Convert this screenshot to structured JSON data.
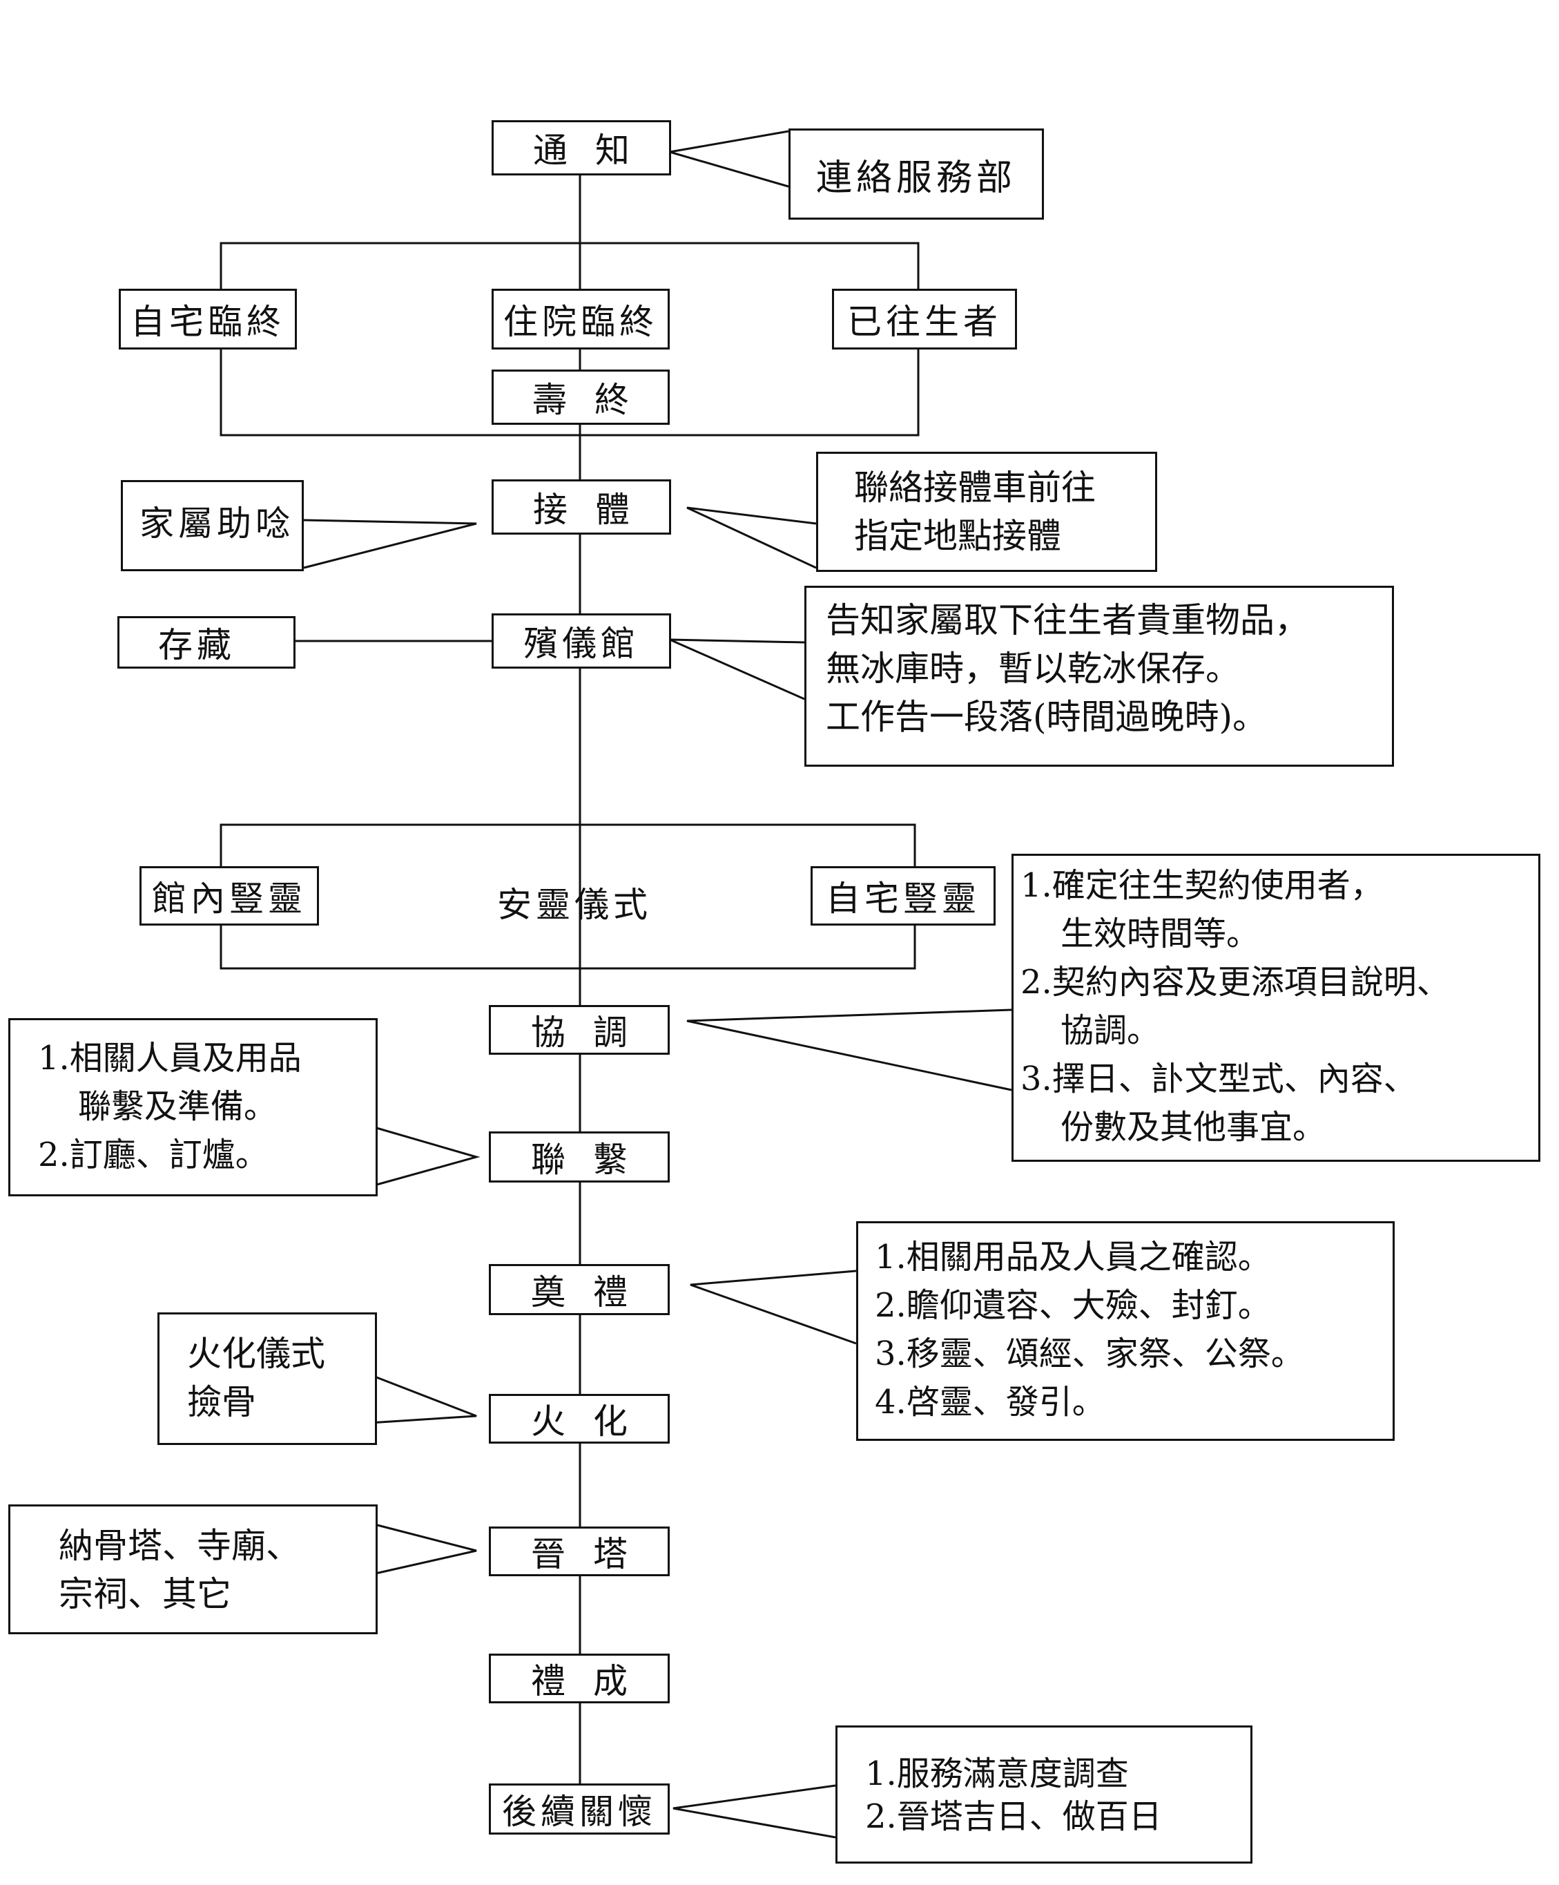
{
  "flow": {
    "notify": "通知",
    "home_end": "自宅臨終",
    "hospital_end": "住院臨終",
    "deceased": "已往生者",
    "life_end": "壽終",
    "pickup": "接體",
    "funeral_home": "殯儀館",
    "ceremony": "安靈儀式",
    "hall_spirit": "館內豎靈",
    "home_spirit": "自宅豎靈",
    "coordinate": "協調",
    "contact": "聯繫",
    "memorial": "奠禮",
    "cremation": "火化",
    "tower": "晉塔",
    "complete": "禮成",
    "aftercare": "後續關懷"
  },
  "notes": {
    "service_dept": "連絡服務部",
    "family_chant": "家屬助唸",
    "pickup_note": [
      "聯絡接體車前往",
      "指定地點接體"
    ],
    "storage": "存藏",
    "funeral_home_note": [
      "告知家屬取下往生者貴重物品，",
      "無冰庫時，暫以乾冰保存。",
      "工作告一段落(時間過晚時)。"
    ],
    "coordinate_note": [
      "1.確定往生契約使用者，",
      "生效時間等。",
      "2.契約內容及更添項目說明、",
      "協調。",
      "3.擇日、訃文型式、內容、",
      "份數及其他事宜。"
    ],
    "contact_note": [
      "1.相關人員及用品",
      "聯繫及準備。",
      "2.訂廳、訂爐。"
    ],
    "memorial_note": [
      "1.相關用品及人員之確認。",
      "2.瞻仰遺容、大殮、封釘。",
      "3.移靈、頌經、家祭、公祭。",
      "4.啓靈、發引。"
    ],
    "cremation_note": [
      "火化儀式",
      "撿骨"
    ],
    "tower_note": [
      "納骨塔、寺廟、",
      "宗祠、其它"
    ],
    "aftercare_note": [
      "1.服務滿意度調查",
      "2.晉塔吉日、做百日"
    ]
  }
}
